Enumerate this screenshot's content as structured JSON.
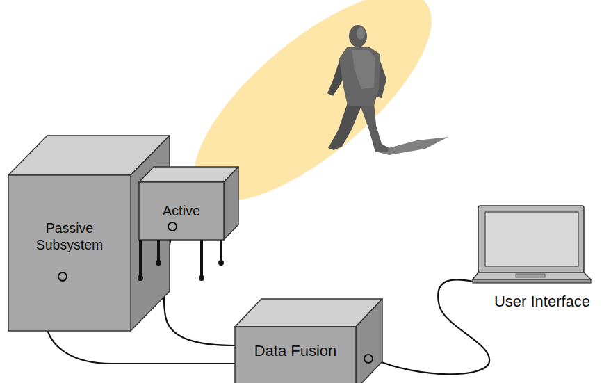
{
  "diagram": {
    "nodes": [
      {
        "text": [
          "Passive Subsystem"
        ]
      },
      {
        "text": [
          "Active"
        ]
      },
      {
        "text": [
          "Data Fusion"
        ]
      },
      {
        "text": [
          "User Interface"
        ]
      }
    ],
    "edges": [
      {
        "from": 0,
        "to": 2,
        "arrow": "none"
      },
      {
        "from": 1,
        "to": 2,
        "arrow": "none"
      },
      {
        "from": 2,
        "to": 3,
        "arrow": "none"
      }
    ]
  }
}
